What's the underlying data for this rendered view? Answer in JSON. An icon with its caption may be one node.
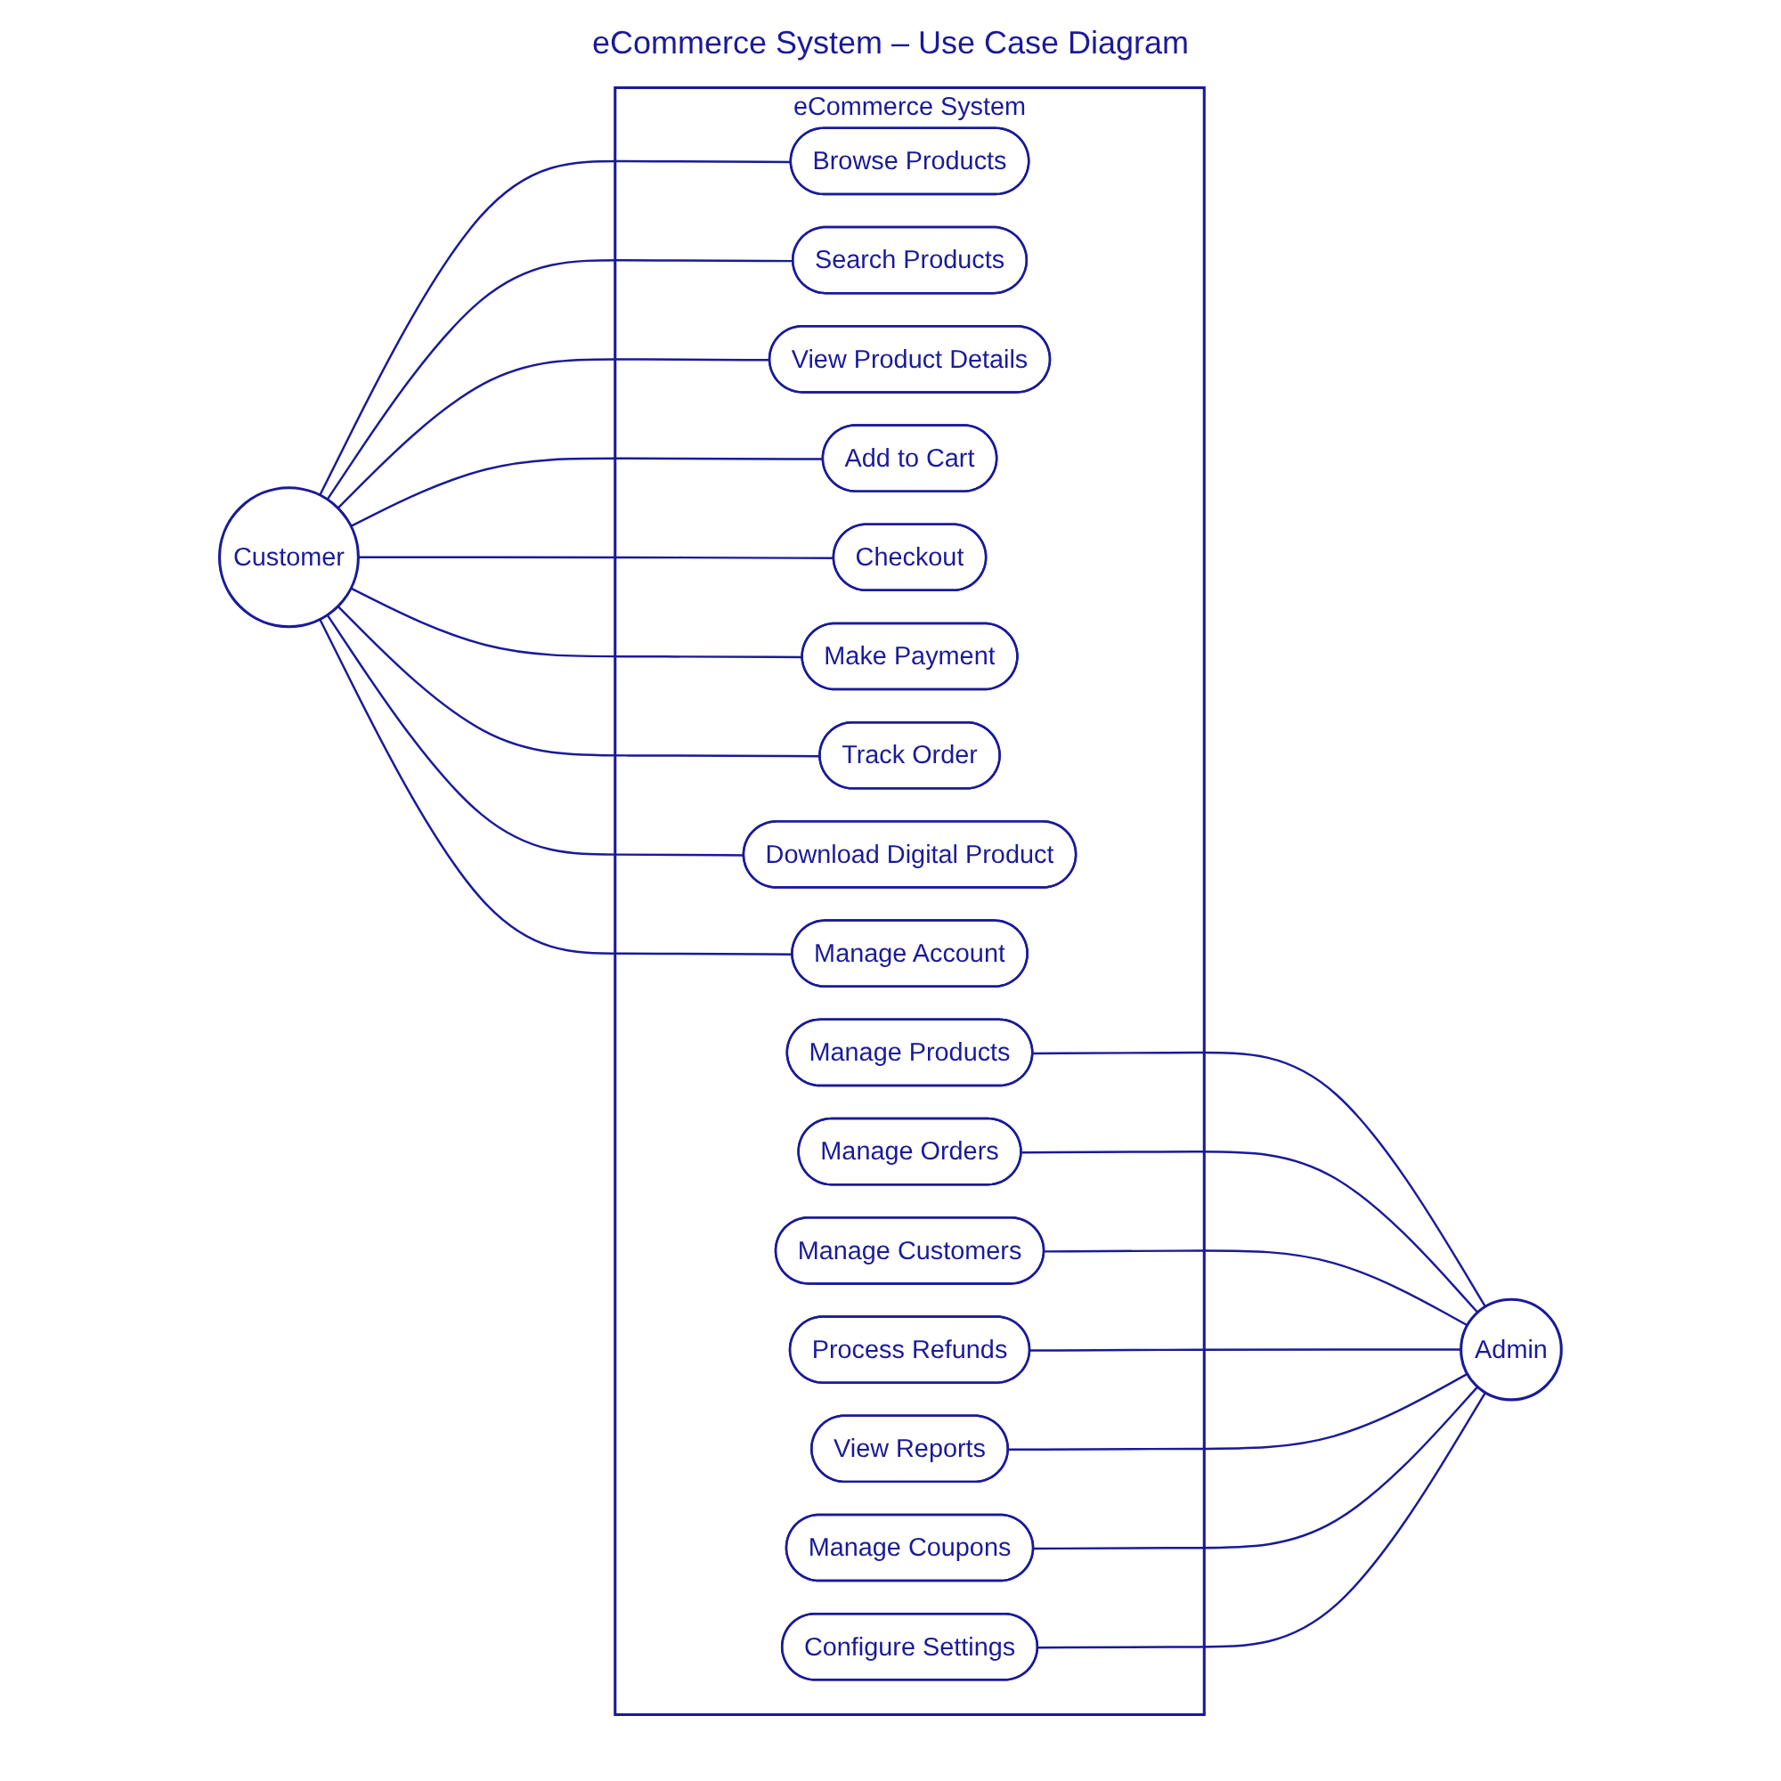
{
  "diagram": {
    "title": "eCommerce System – Use Case Diagram",
    "nodes": [
      {
        "text": [
          "eCommerce System"
        ]
      },
      {
        "text": [
          "Browse Products"
        ],
        "in": 0
      },
      {
        "text": [
          "Search Products"
        ],
        "in": 0
      },
      {
        "text": [
          "View Product Details"
        ],
        "in": 0
      },
      {
        "text": [
          "Add to Cart"
        ],
        "in": 0
      },
      {
        "text": [
          "Checkout"
        ],
        "in": 0
      },
      {
        "text": [
          "Make Payment"
        ],
        "in": 0
      },
      {
        "text": [
          "Track Order"
        ],
        "in": 0
      },
      {
        "text": [
          "Download Digital Product"
        ],
        "in": 0
      },
      {
        "text": [
          "Manage Account"
        ],
        "in": 0
      },
      {
        "text": [
          "Manage Products"
        ],
        "in": 0
      },
      {
        "text": [
          "Manage Orders"
        ],
        "in": 0
      },
      {
        "text": [
          "Manage Customers"
        ],
        "in": 0
      },
      {
        "text": [
          "Process Refunds"
        ],
        "in": 0
      },
      {
        "text": [
          "View Reports"
        ],
        "in": 0
      },
      {
        "text": [
          "Manage Coupons"
        ],
        "in": 0
      },
      {
        "text": [
          "Configure Settings"
        ],
        "in": 0
      },
      {
        "text": [
          "Customer"
        ]
      },
      {
        "text": [
          "Admin"
        ]
      }
    ],
    "edges": [
      {
        "from": 17,
        "to": 1,
        "arrow": "none"
      },
      {
        "from": 17,
        "to": 2,
        "arrow": "none"
      },
      {
        "from": 17,
        "to": 3,
        "arrow": "none"
      },
      {
        "from": 17,
        "to": 4,
        "arrow": "none"
      },
      {
        "from": 17,
        "to": 5,
        "arrow": "none"
      },
      {
        "from": 17,
        "to": 6,
        "arrow": "none"
      },
      {
        "from": 17,
        "to": 7,
        "arrow": "none"
      },
      {
        "from": 17,
        "to": 8,
        "arrow": "none"
      },
      {
        "from": 17,
        "to": 9,
        "arrow": "none"
      },
      {
        "from": 10,
        "to": 18,
        "arrow": "none"
      },
      {
        "from": 11,
        "to": 18,
        "arrow": "none"
      },
      {
        "from": 12,
        "to": 18,
        "arrow": "none"
      },
      {
        "from": 13,
        "to": 18,
        "arrow": "none"
      },
      {
        "from": 14,
        "to": 18,
        "arrow": "none"
      },
      {
        "from": 15,
        "to": 18,
        "arrow": "none"
      },
      {
        "from": 16,
        "to": 18,
        "arrow": "none"
      }
    ]
  }
}
